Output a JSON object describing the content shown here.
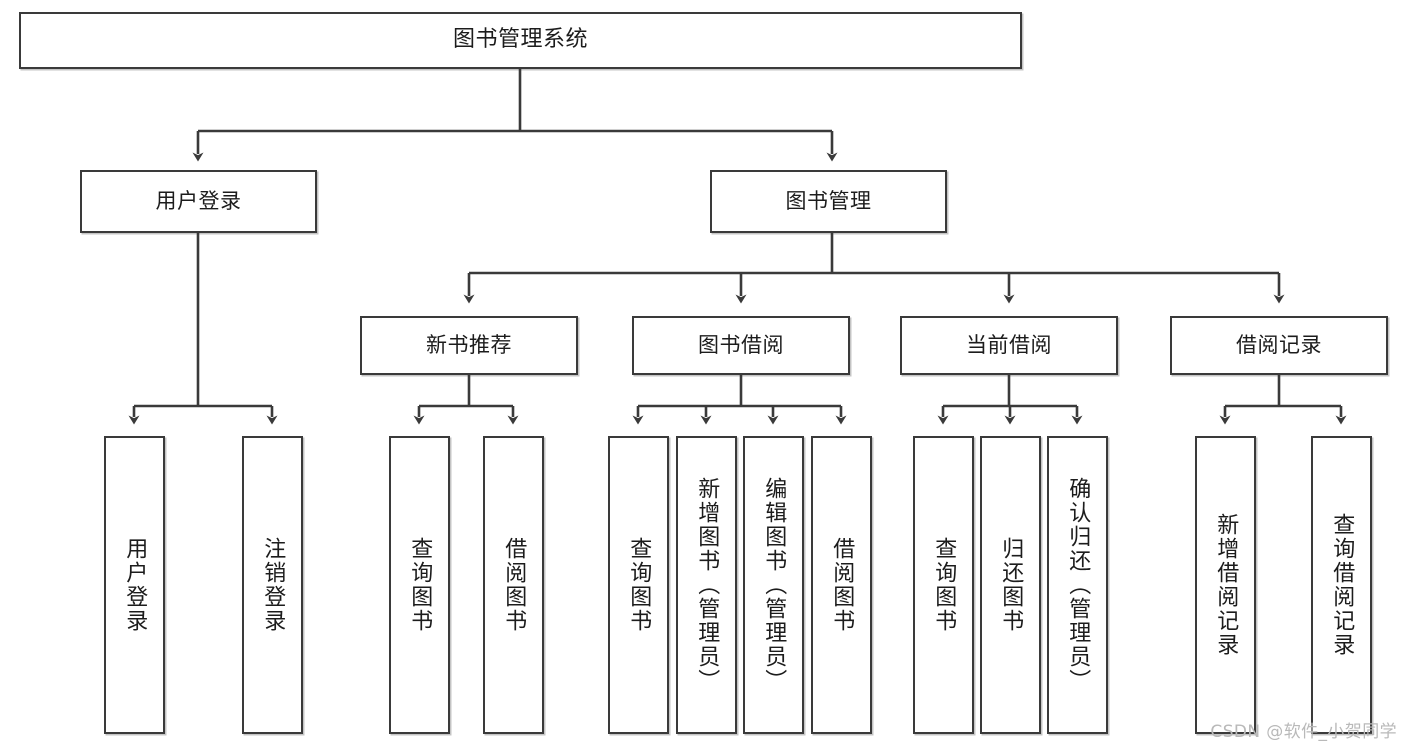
{
  "diagram": {
    "type": "tree",
    "title": "图书管理系统",
    "watermark": "CSDN @软件_小贺同学",
    "colors": {
      "box_border": "#3a3a3a",
      "box_fill": "#ffffff",
      "connector": "#3a3a3a",
      "text": "#1c1c1c",
      "watermark": "#b9b9b9"
    },
    "nodes": {
      "root": {
        "label": "图书管理系统"
      },
      "level2": [
        {
          "label": "用户登录"
        },
        {
          "label": "图书管理"
        }
      ],
      "level3": [
        {
          "label": "新书推荐"
        },
        {
          "label": "图书借阅"
        },
        {
          "label": "当前借阅"
        },
        {
          "label": "借阅记录"
        }
      ],
      "leaves": {
        "user_login": [
          {
            "label": "用户登录"
          },
          {
            "label": "注销登录"
          }
        ],
        "new_book_recommend": [
          {
            "label": "查询图书"
          },
          {
            "label": "借阅图书"
          }
        ],
        "book_borrow": [
          {
            "label": "查询图书"
          },
          {
            "label": "新增图书（管理员）"
          },
          {
            "label": "编辑图书（管理员）"
          },
          {
            "label": "借阅图书"
          }
        ],
        "current_borrow": [
          {
            "label": "查询图书"
          },
          {
            "label": "归还图书"
          },
          {
            "label": "确认归还（管理员）"
          }
        ],
        "borrow_record": [
          {
            "label": "新增借阅记录"
          },
          {
            "label": "查询借阅记录"
          }
        ]
      }
    }
  }
}
